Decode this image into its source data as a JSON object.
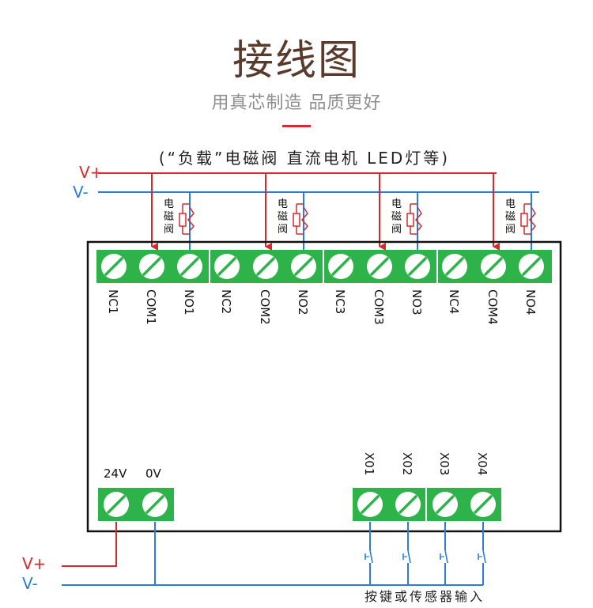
{
  "header": {
    "title": "接线图",
    "subtitle": "用真芯制造 品质更好"
  },
  "load_caption": "(“负载”电磁阀 直流电机 LED灯等)",
  "supply_top": {
    "vplus": "V+",
    "vminus": "V-"
  },
  "supply_bottom": {
    "vplus": "V+",
    "vminus": "V-"
  },
  "relay_channels": [
    {
      "nc": "NC1",
      "com": "COM1",
      "no": "NO1"
    },
    {
      "nc": "NC2",
      "com": "COM2",
      "no": "NO2"
    },
    {
      "nc": "NC3",
      "com": "COM3",
      "no": "NO3"
    },
    {
      "nc": "NC4",
      "com": "COM4",
      "no": "NO4"
    }
  ],
  "valve_label": [
    "电",
    "磁",
    "阀"
  ],
  "power_terminals": [
    "24V",
    "0V"
  ],
  "input_terminals": [
    "X01",
    "X02",
    "X03",
    "X04"
  ],
  "input_caption": "按键或传感器输入",
  "colors": {
    "red": "#d62b2b",
    "blue": "#2a7fd4",
    "terminal_green": "#2db34a",
    "title_brown": "#5a3b2b"
  }
}
